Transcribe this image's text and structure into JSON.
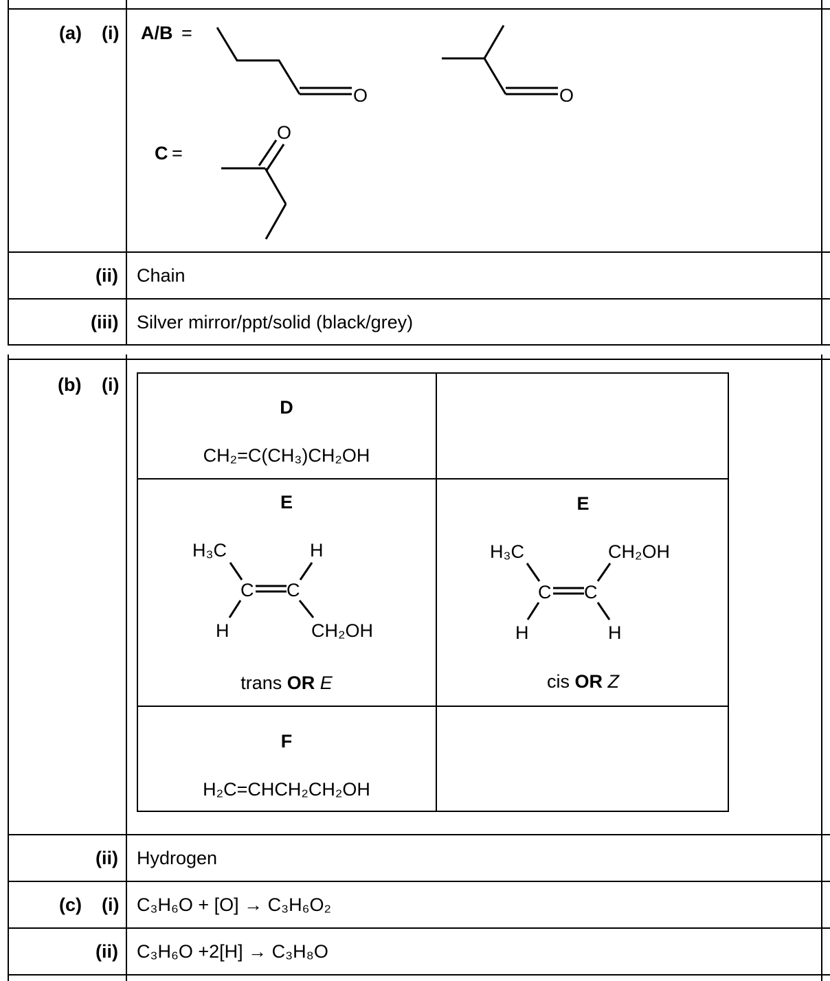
{
  "part_a": {
    "label": "(a)",
    "sub_i": "(i)",
    "ab_label": "A/B",
    "c_label": "C",
    "eq": "=",
    "atom_o": "O",
    "sub_ii": "(ii)",
    "ii_answer": "Chain",
    "sub_iii": "(iii)",
    "iii_answer": "Silver mirror/ppt/solid (black/grey)"
  },
  "part_b": {
    "label": "(b)",
    "sub_i": "(i)",
    "D": {
      "letter": "D",
      "formula": "CH₂=C(CH₃)CH₂OH"
    },
    "E_trans": {
      "letter": "E",
      "atoms": {
        "h3c": "H₃C",
        "h_top": "H",
        "c": "C",
        "h_bottom": "H",
        "ch2oh": "CH₂OH"
      },
      "caption_a": "trans",
      "caption_or": "OR",
      "caption_b": "E"
    },
    "E_cis": {
      "letter": "E",
      "atoms": {
        "h3c": "H₃C",
        "ch2oh": "CH₂OH",
        "c": "C",
        "h_left": "H",
        "h_right": "H"
      },
      "caption_a": "cis",
      "caption_or": "OR",
      "caption_b": "Z"
    },
    "F": {
      "letter": "F",
      "formula": "H₂C=CHCH₂CH₂OH"
    },
    "sub_ii": "(ii)",
    "ii_answer": "Hydrogen"
  },
  "part_c": {
    "label": "(c)",
    "sub_i": "(i)",
    "i_answer": "C₃H₆O + [O] → C₃H₆O₂",
    "sub_ii": "(ii)",
    "ii_answer": "C₃H₆O +2[H] → C₃H₈O"
  }
}
